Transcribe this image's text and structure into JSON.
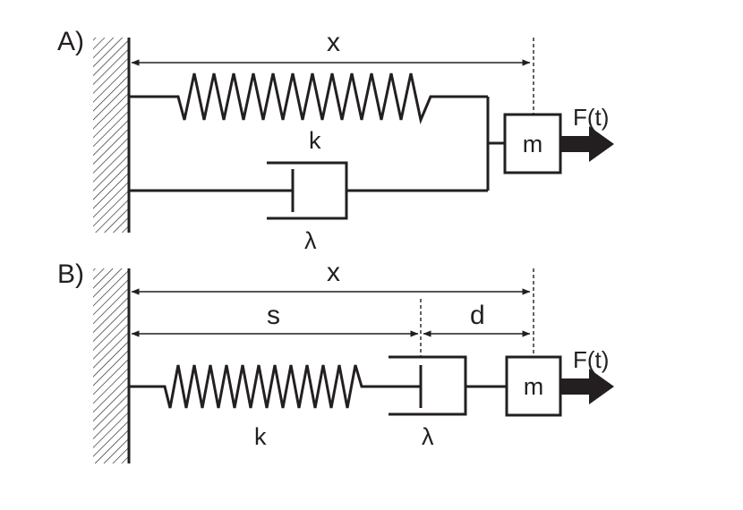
{
  "diagram_a": {
    "panel_label": "A)",
    "dimension_x": "x",
    "spring_label": "k",
    "damper_label": "λ",
    "mass_label": "m",
    "force_label": "F(t)"
  },
  "diagram_b": {
    "panel_label": "B)",
    "dimension_x": "x",
    "dimension_s": "s",
    "dimension_d": "d",
    "spring_label": "k",
    "damper_label": "λ",
    "mass_label": "m",
    "force_label": "F(t)"
  }
}
